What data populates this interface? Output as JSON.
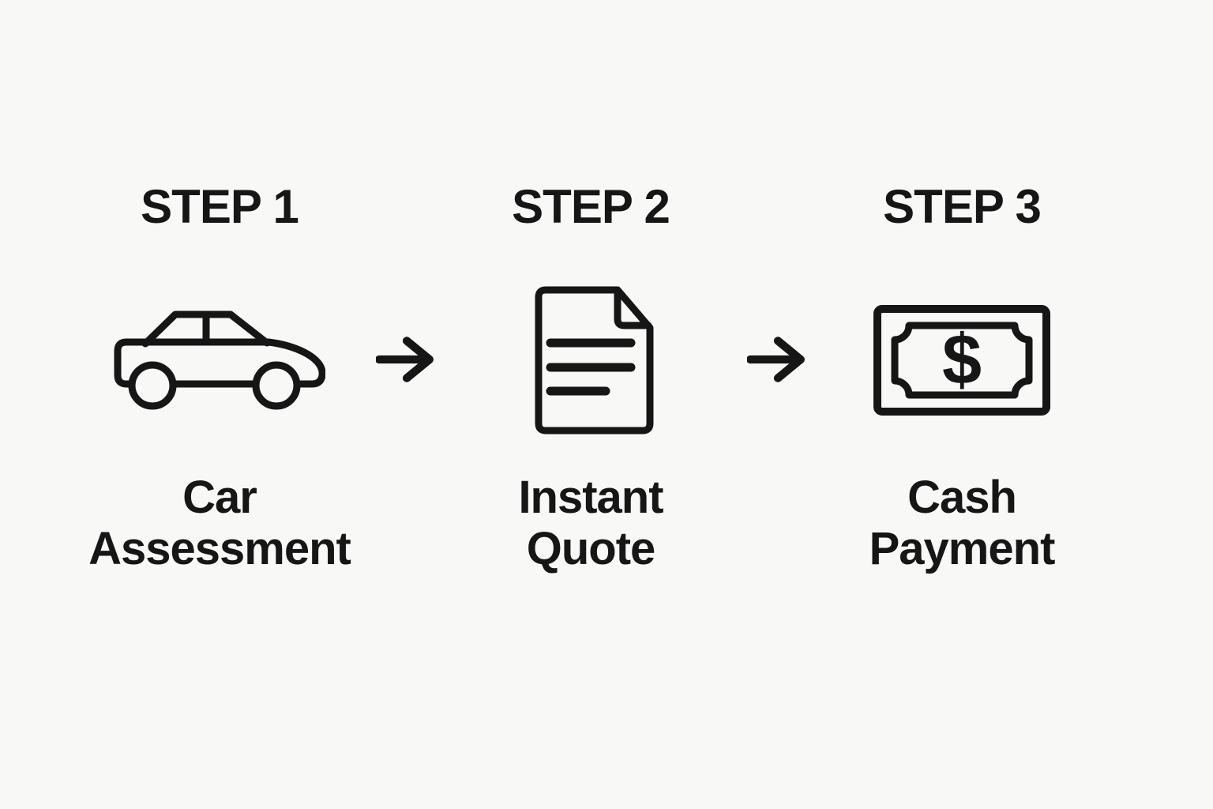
{
  "page": {
    "background_color": "#f8f8f6",
    "ink_color": "#161616"
  },
  "steps": [
    {
      "title": "STEP 1",
      "icon": "car-icon",
      "caption_line1": "Car",
      "caption_line2": "Assessment"
    },
    {
      "title": "STEP 2",
      "icon": "document-icon",
      "caption_line1": "Instant",
      "caption_line2": "Quote"
    },
    {
      "title": "STEP 3",
      "icon": "banknote-icon",
      "caption_line1": "Cash",
      "caption_line2": "Payment"
    }
  ],
  "banknote": {
    "currency_symbol": "$"
  }
}
